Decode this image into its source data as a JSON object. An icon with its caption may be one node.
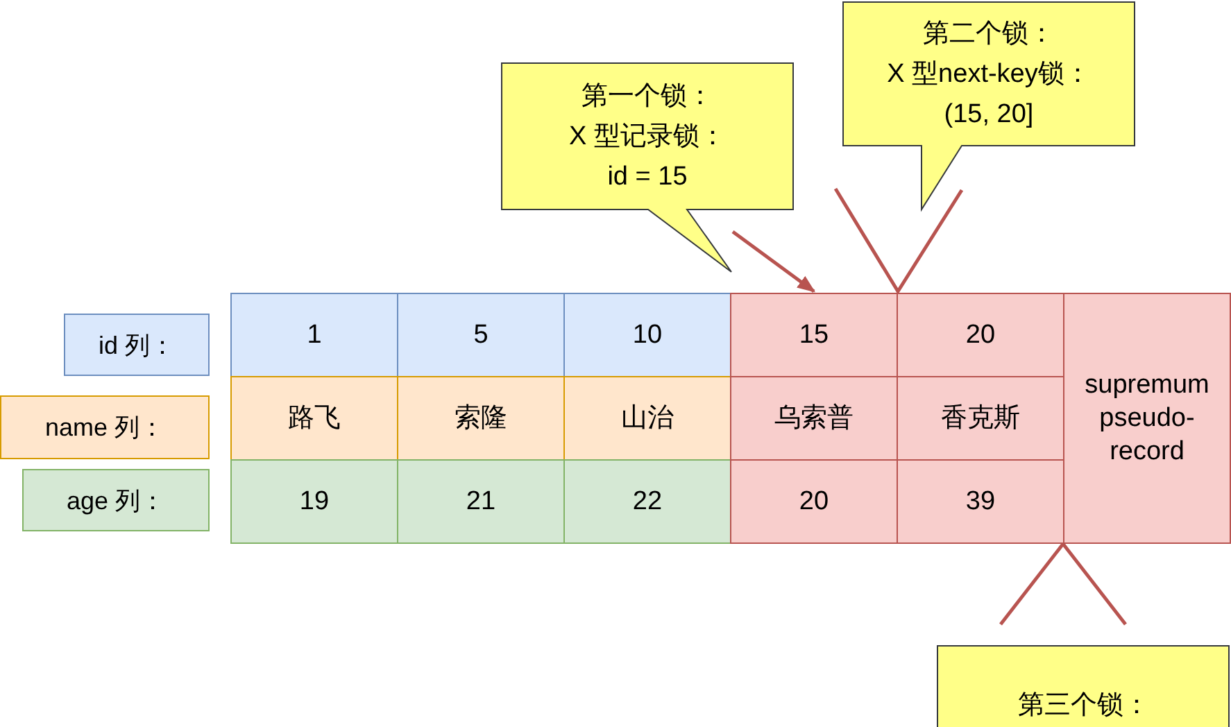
{
  "diagram": {
    "nodes": [
      {
        "text": [
          "第一个锁：",
          "X 型记录锁：",
          "id = 15"
        ]
      },
      {
        "text": [
          "第二个锁：",
          "X 型next-key锁：",
          "(15, 20]"
        ]
      },
      {
        "text": [
          "id 列："
        ]
      },
      {
        "text": [
          "1"
        ]
      },
      {
        "text": [
          "5"
        ]
      },
      {
        "text": [
          "10"
        ]
      },
      {
        "text": [
          "15"
        ]
      },
      {
        "text": [
          "20"
        ]
      },
      {
        "text": [
          "supremum pseudo-record"
        ]
      },
      {
        "text": [
          "name 列："
        ]
      },
      {
        "text": [
          "路飞"
        ]
      },
      {
        "text": [
          "索隆"
        ]
      },
      {
        "text": [
          "山治"
        ]
      },
      {
        "text": [
          "乌索普"
        ]
      },
      {
        "text": [
          "香克斯"
        ]
      },
      {
        "text": [
          "age 列："
        ]
      },
      {
        "text": [
          "19"
        ]
      },
      {
        "text": [
          "21"
        ]
      },
      {
        "text": [
          "22"
        ]
      },
      {
        "text": [
          "20"
        ]
      },
      {
        "text": [
          "39"
        ]
      },
      {
        "text": [
          "第三个锁："
        ]
      }
    ],
    "edges": [
      {
        "from": null,
        "to": 6,
        "arrow": "to"
      }
    ]
  }
}
